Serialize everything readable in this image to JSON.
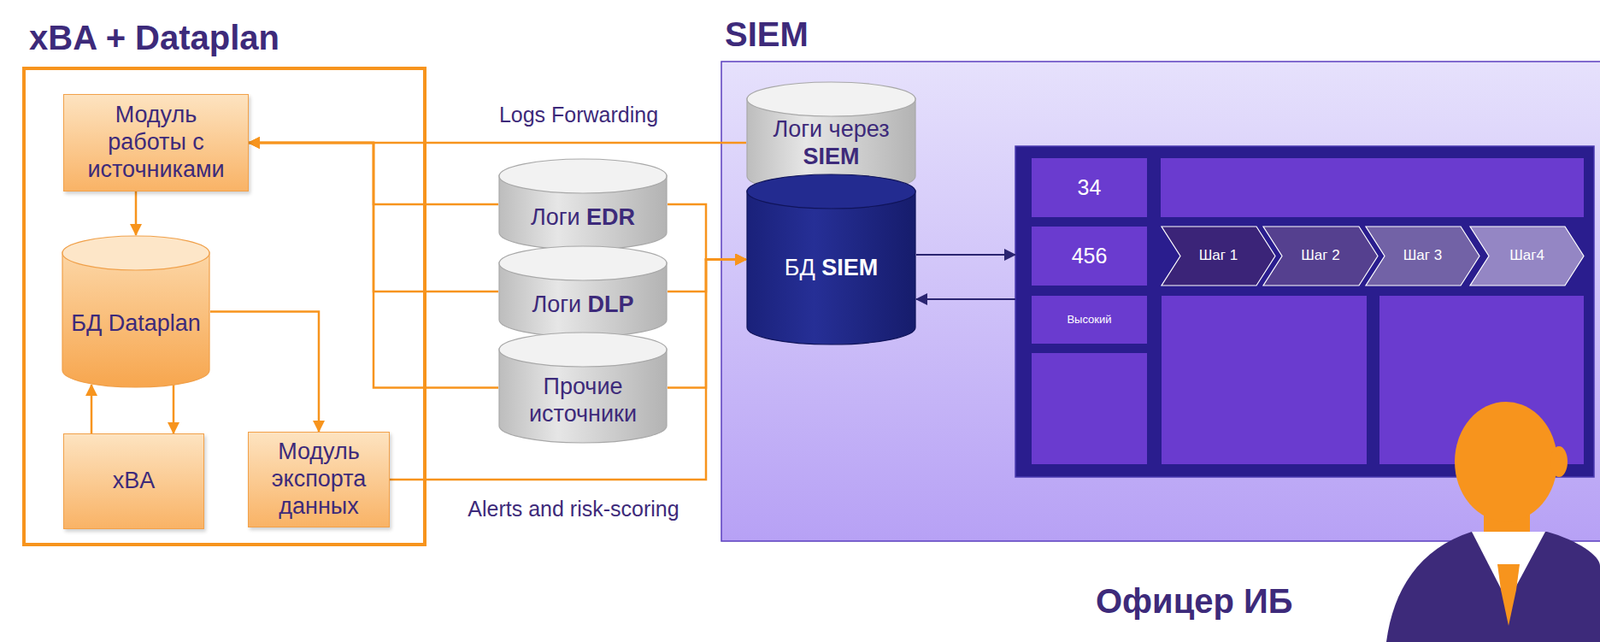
{
  "diagram": {
    "nodes": [
      {
        "text": [
          "xBA + Dataplan"
        ]
      },
      {
        "text": [
          "Модуль работы с источниками"
        ],
        "in": 0
      },
      {
        "text": [
          "БД Dataplan"
        ],
        "in": 0
      },
      {
        "text": [
          "xBA"
        ],
        "in": 0
      },
      {
        "text": [
          "Модуль экспорта данных"
        ],
        "in": 0
      },
      {
        "text": [
          "Логи EDR"
        ]
      },
      {
        "text": [
          "Логи DLP"
        ]
      },
      {
        "text": [
          "Прочие источники"
        ]
      },
      {
        "text": [
          "SIEM"
        ]
      },
      {
        "text": [
          "Логи через SIEM"
        ],
        "in": 8
      },
      {
        "text": [
          "БД SIEM"
        ],
        "in": 8
      },
      {
        "text": [],
        "in": 8
      },
      {
        "text": [
          "34"
        ],
        "in": 11
      },
      {
        "text": [
          "456"
        ],
        "in": 11
      },
      {
        "text": [
          "Шаг 1"
        ],
        "in": 11
      },
      {
        "text": [
          "Шаг 2"
        ],
        "in": 11
      },
      {
        "text": [
          "Шаг 3"
        ],
        "in": 11
      },
      {
        "text": [
          "Шаг4"
        ],
        "in": 11
      },
      {
        "text": [
          "Высокий"
        ],
        "in": 11
      }
    ],
    "edges": [
      {
        "from": 9,
        "to": 1,
        "arrow": "to",
        "label": "Logs Forwarding"
      },
      {
        "from": 5,
        "to": 1,
        "arrow": "to"
      },
      {
        "from": 6,
        "to": 1,
        "arrow": "to"
      },
      {
        "from": 7,
        "to": 1,
        "arrow": "to"
      },
      {
        "from": 5,
        "to": 10,
        "arrow": "to"
      },
      {
        "from": 6,
        "to": 10,
        "arrow": "to"
      },
      {
        "from": 7,
        "to": 10,
        "arrow": "to"
      },
      {
        "from": 4,
        "to": 10,
        "arrow": "to",
        "label": "Alerts and risk-scoring"
      },
      {
        "from": 1,
        "to": 2,
        "arrow": "to"
      },
      {
        "from": 2,
        "to": 4,
        "arrow": "to"
      },
      {
        "from": 2,
        "to": 3,
        "arrow": "to"
      },
      {
        "from": 3,
        "to": 2,
        "arrow": "to"
      },
      {
        "from": 10,
        "to": 11,
        "arrow": "to"
      },
      {
        "from": 11,
        "to": 10,
        "arrow": "to"
      }
    ],
    "labels": [
      "Офицер ИБ"
    ]
  }
}
